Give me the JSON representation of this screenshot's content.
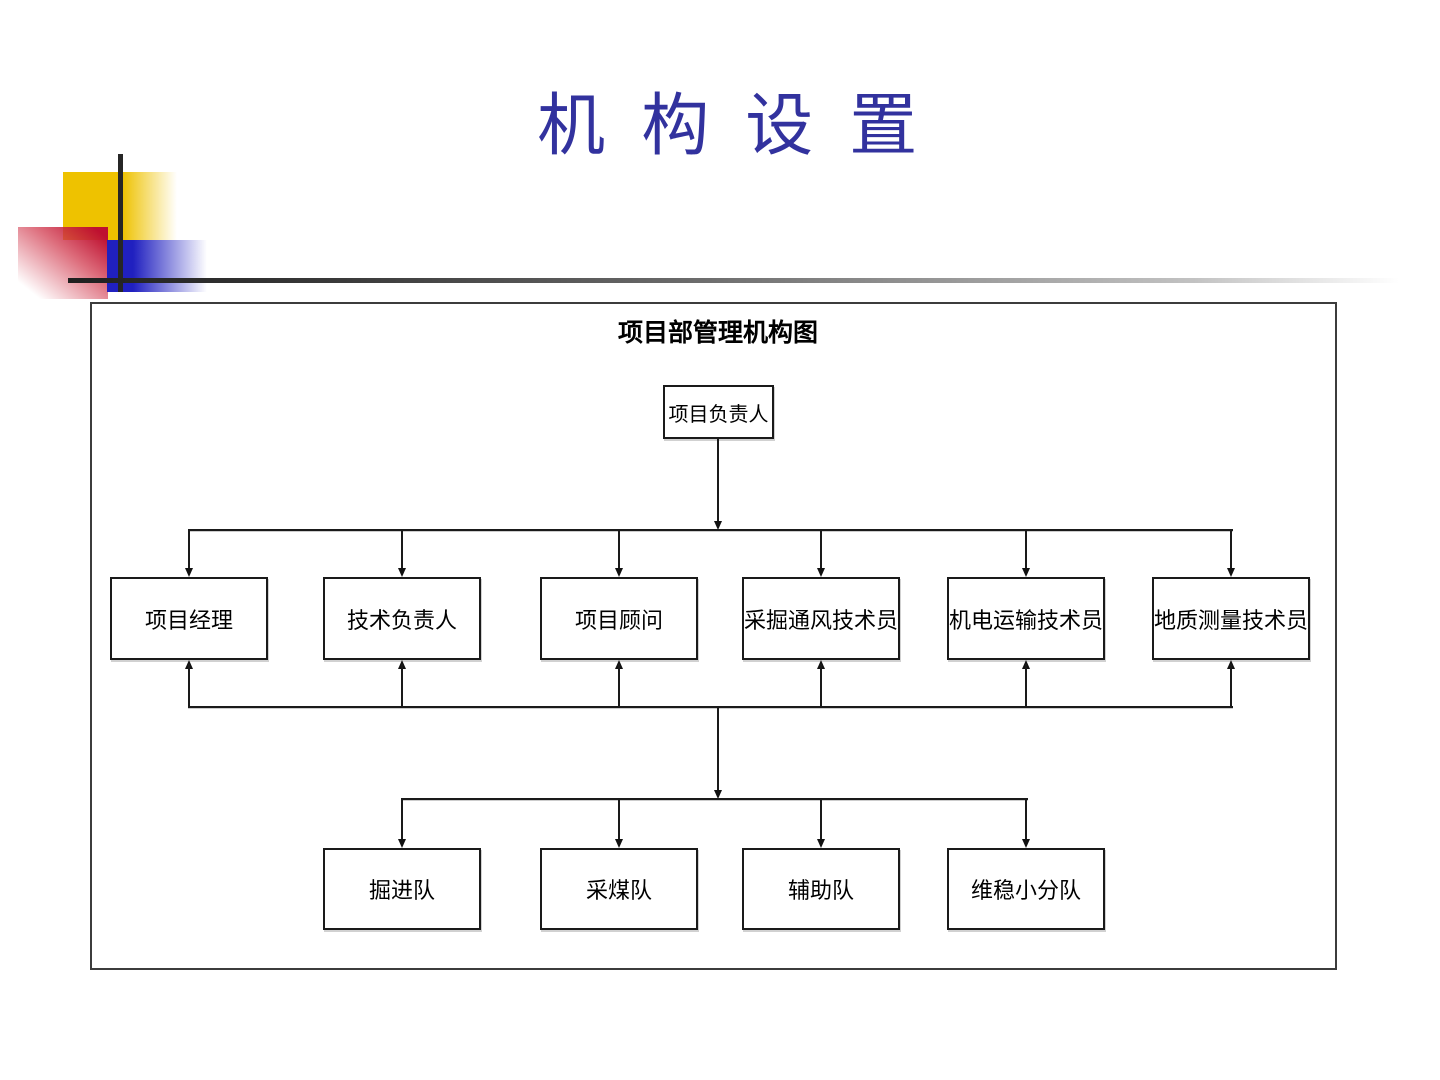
{
  "slide": {
    "title": "机 构 设 置",
    "title_color": "#32329E",
    "background_color": "#ffffff"
  },
  "decoration": {
    "yellow_square_color": "#EEC200",
    "blue_square_color": "#2020C0",
    "red_square_color": "#BE1030",
    "line_color": "#262626"
  },
  "orgchart": {
    "title": "项目部管理机构图",
    "root": {
      "label": "项目负责人"
    },
    "level2": [
      {
        "label": "项目经理"
      },
      {
        "label": "技术负责人"
      },
      {
        "label": "项目顾问"
      },
      {
        "label": "采掘通风技术员"
      },
      {
        "label": "机电运输技术员"
      },
      {
        "label": "地质测量技术员"
      }
    ],
    "level3": [
      {
        "label": "掘进队"
      },
      {
        "label": "采煤队"
      },
      {
        "label": "辅助队"
      },
      {
        "label": "维稳小分队"
      }
    ]
  }
}
